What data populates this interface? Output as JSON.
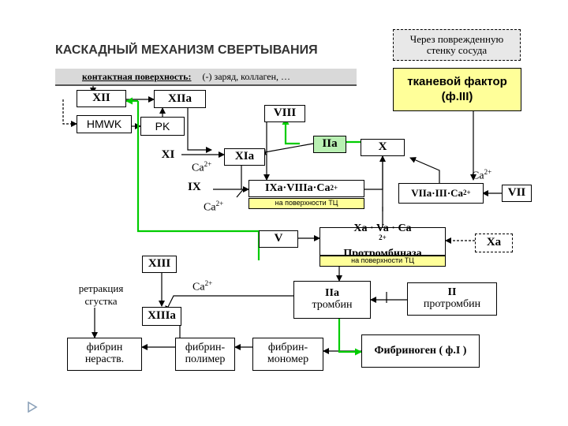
{
  "title": "КАСКАДНЫЙ МЕХАНИЗМ СВЕРТЫВАНИЯ",
  "contact": {
    "label": "контактная поверхность:",
    "detail": "(-) заряд, коллаген, …"
  },
  "breach": {
    "line1": "Через поврежденную",
    "line2": "стенку сосуда"
  },
  "tissue_factor": {
    "line1": "тканевой фактор",
    "line2": "(ф.III)"
  },
  "factors": {
    "XII": "XII",
    "XIIa": "XIIa",
    "HMWK": "HMWK",
    "PK": "PK",
    "VIII": "VIII",
    "XI": "XI",
    "Ca": "Ca",
    "XIa": "XIa",
    "IIa": "IIa",
    "X": "X",
    "IX": "IX",
    "IXa_VIIIa_Ca": "IXa·VIIIa·Ca",
    "surface_TC": "на поверхности ТЦ",
    "VIIa_III_Ca": "VIIa·III·Ca",
    "VII": "VII",
    "V": "V",
    "prothrombinase_formula": "Xa · Va · Ca",
    "prothrombinase": "Протромбиназа",
    "Xa": "Xa",
    "XIII": "XIII",
    "XIIIa": "XIIIa",
    "thrombin_code": "IIa",
    "thrombin": "тромбин",
    "prothrombin_code": "II",
    "prothrombin": "протромбин",
    "retraction": "ретракция сгустка",
    "fibrin_insoluble_1": "фибрин",
    "fibrin_insoluble_2": "нераств.",
    "fibrin_polymer_1": "фибрин-",
    "fibrin_polymer_2": "полимер",
    "fibrin_monomer_1": "фибрин-",
    "fibrin_monomer_2": "мономер",
    "fibrinogen": "Фибриноген ( ф.I )",
    "charge": "2+"
  },
  "colors": {
    "green_line": "#00cc00",
    "green_box": "#b9f0b3",
    "yellow": "#ffff99",
    "accent_bullet": "#8aa0b8"
  }
}
